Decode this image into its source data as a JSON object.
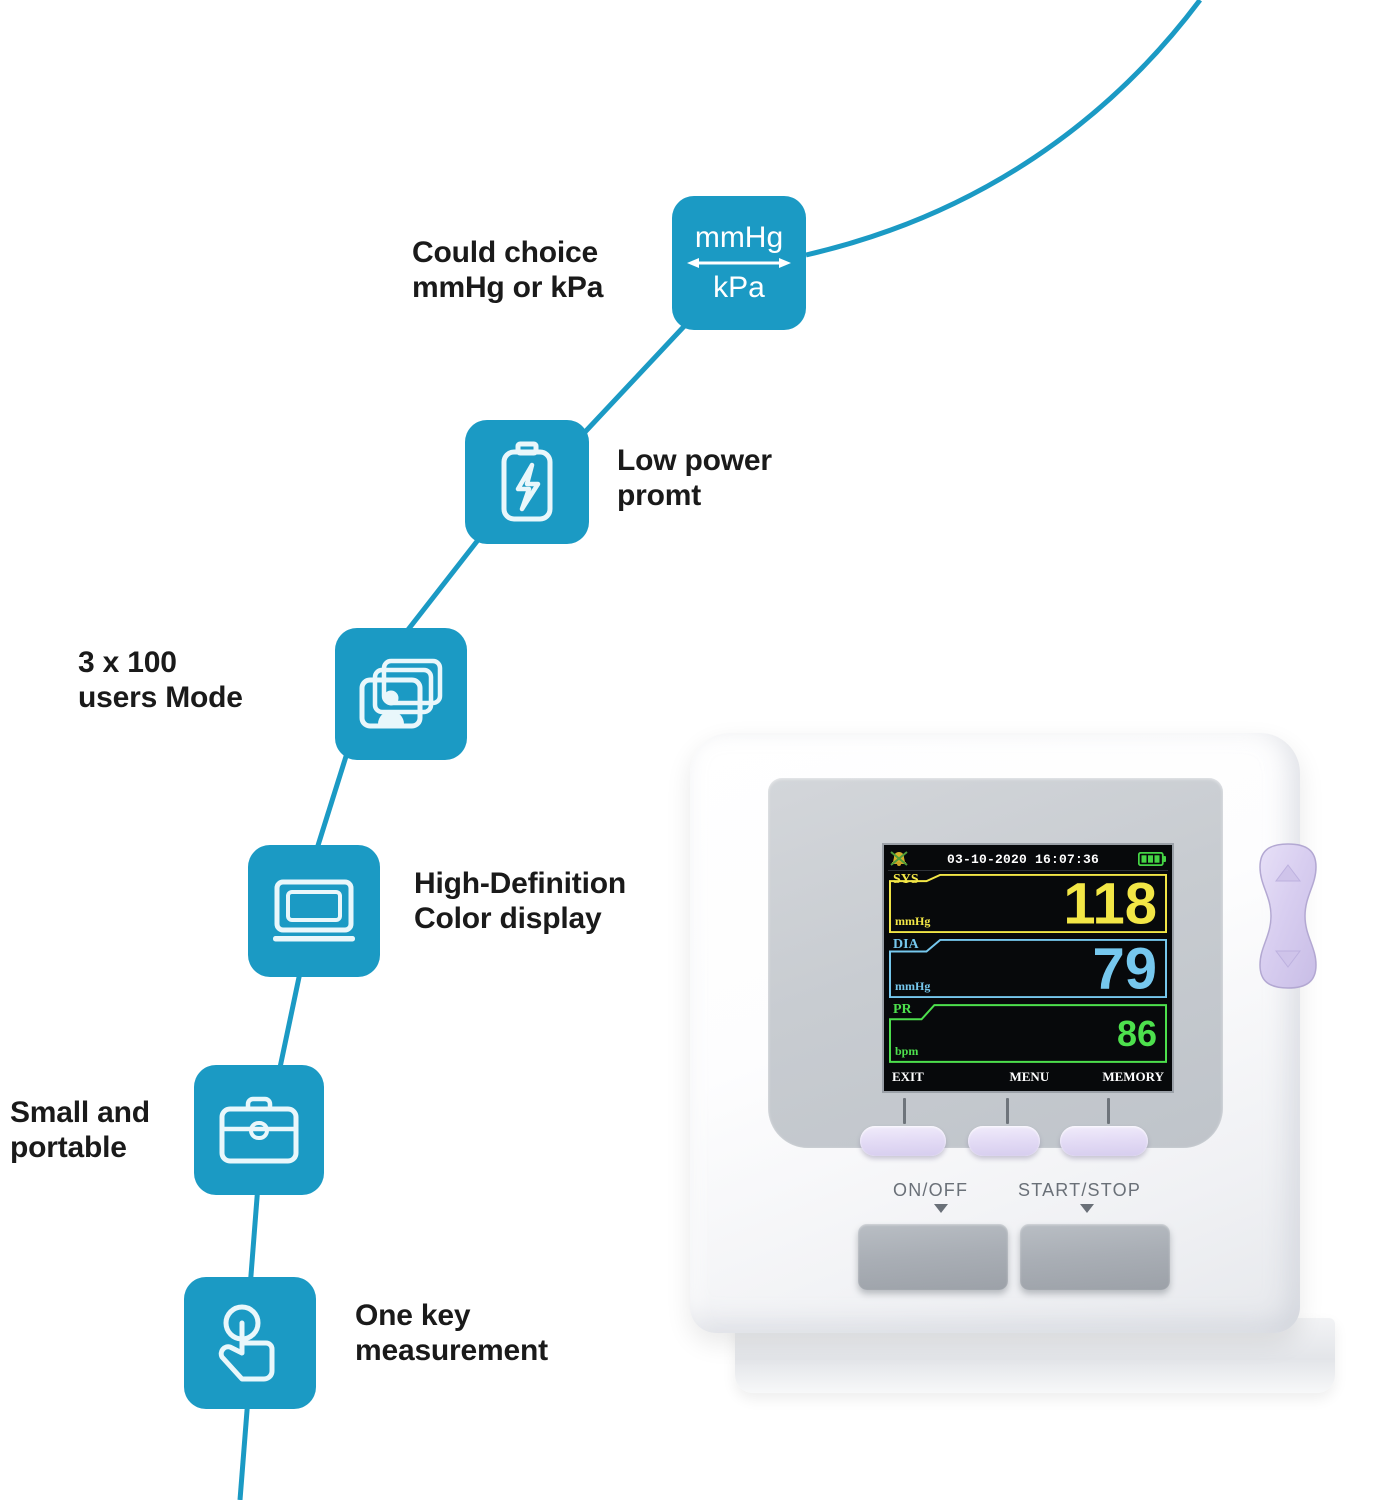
{
  "theme": {
    "accent": "#1b9ac4",
    "text": "#1a1a1a",
    "sys_color": "#f2e646",
    "dia_color": "#76c8ee",
    "pr_color": "#4de04d",
    "button_lavender": "#e3dbf5",
    "button_gray": "#a9aeb5"
  },
  "features": [
    {
      "id": "unit-switch",
      "icon": "mmhg-kpa-switch-icon",
      "label": "Could choice\nmmHg or kPa",
      "unit_top": "mmHg",
      "unit_bottom": "kPa"
    },
    {
      "id": "low-power",
      "icon": "battery-bolt-icon",
      "label": "Low power\npromt"
    },
    {
      "id": "users-mode",
      "icon": "user-cards-icon",
      "label": "3 x 100\nusers Mode"
    },
    {
      "id": "color-display",
      "icon": "monitor-icon",
      "label": "High-Definition\nColor display"
    },
    {
      "id": "portable",
      "icon": "briefcase-icon",
      "label": "Small and\nportable"
    },
    {
      "id": "one-key",
      "icon": "tap-hand-icon",
      "label": "One key\nmeasurement"
    }
  ],
  "device": {
    "screen": {
      "datetime": "03-10-2020 16:07:36",
      "battery_icon": "battery-full-icon",
      "alarm_icon": "alarm-off-icon",
      "readings": [
        {
          "tag": "SYS",
          "unit": "mmHg",
          "value": "118",
          "color": "#f2e646"
        },
        {
          "tag": "DIA",
          "unit": "mmHg",
          "value": "79",
          "color": "#76c8ee"
        },
        {
          "tag": "PR",
          "unit": "bpm",
          "value": "86",
          "color": "#4de04d"
        }
      ],
      "softkeys": [
        {
          "id": "exit",
          "label": "EXIT"
        },
        {
          "id": "menu",
          "label": "MENU"
        },
        {
          "id": "memory",
          "label": "MEMORY"
        }
      ]
    },
    "face_labels": [
      {
        "id": "on-off",
        "label": "ON/OFF"
      },
      {
        "id": "start-stop",
        "label": "START/STOP"
      }
    ],
    "side_rocker": {
      "up_icon": "triangle-up-icon",
      "down_icon": "triangle-down-icon"
    }
  }
}
